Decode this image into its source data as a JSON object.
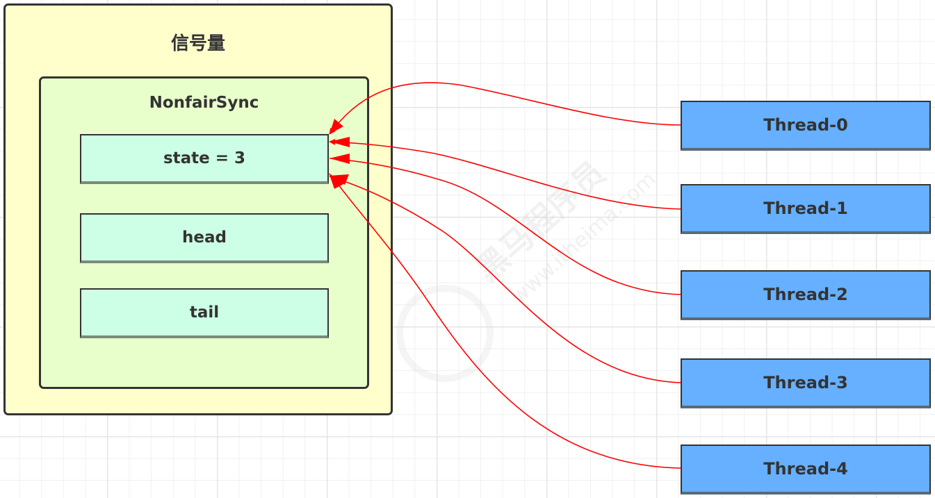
{
  "diagram": {
    "semaphore": {
      "title": "信号量",
      "sync": {
        "title": "NonfairSync",
        "fields": [
          {
            "label": "state = 3"
          },
          {
            "label": "head"
          },
          {
            "label": "tail"
          }
        ]
      }
    },
    "threads": [
      {
        "label": "Thread-0"
      },
      {
        "label": "Thread-1"
      },
      {
        "label": "Thread-2"
      },
      {
        "label": "Thread-3"
      },
      {
        "label": "Thread-4"
      }
    ],
    "connections": [
      {
        "from": "Thread-0",
        "to": "state = 3"
      },
      {
        "from": "Thread-1",
        "to": "state = 3"
      },
      {
        "from": "Thread-2",
        "to": "state = 3"
      },
      {
        "from": "Thread-3",
        "to": "state = 3"
      },
      {
        "from": "Thread-4",
        "to": "state = 3"
      }
    ],
    "colors": {
      "outer_fill": "#ffffcc",
      "inner_fill": "#e8ffcc",
      "field_fill": "#ccffe6",
      "thread_fill": "#66b0ff",
      "arrow": "#ff0000",
      "border": "#333333"
    },
    "watermark": {
      "brand": "黑马程序员",
      "url": "www.itheima.com"
    }
  }
}
